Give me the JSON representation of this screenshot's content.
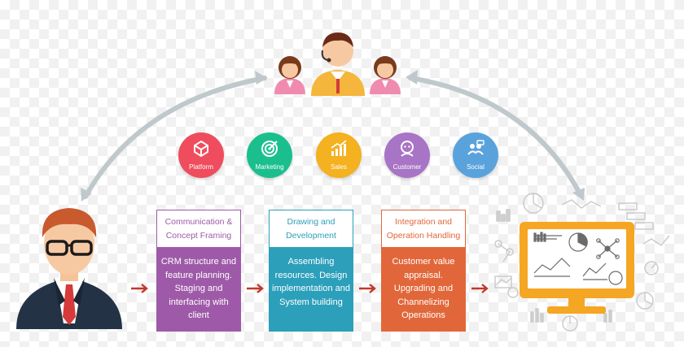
{
  "categories": [
    {
      "label": "Platform",
      "icon": "platform-icon",
      "color": "#ef4d5e"
    },
    {
      "label": "Marketing",
      "icon": "target-icon",
      "color": "#1bbf8e"
    },
    {
      "label": "Sales",
      "icon": "chart-icon",
      "color": "#f4b120"
    },
    {
      "label": "Customer",
      "icon": "customer-icon",
      "color": "#a874c6"
    },
    {
      "label": "Social",
      "icon": "social-icon",
      "color": "#5aa2dc"
    }
  ],
  "steps": [
    {
      "title": "Communication & Concept Framing",
      "body": "CRM structure and feature planning. Staging and interfacing with client",
      "color": "#9e5aa8"
    },
    {
      "title": "Drawing and Development",
      "body": "Assembling resources. Design implementation and System building",
      "color": "#2c9fbb"
    },
    {
      "title": "Integration and Operation Handling",
      "body": "Customer value appraisal. Upgrading and Channelizing Operations",
      "color": "#e1673a"
    }
  ],
  "colors": {
    "arrow": "#c0392b",
    "monitor": "#f5a623",
    "curve": "#b8c4c6"
  }
}
